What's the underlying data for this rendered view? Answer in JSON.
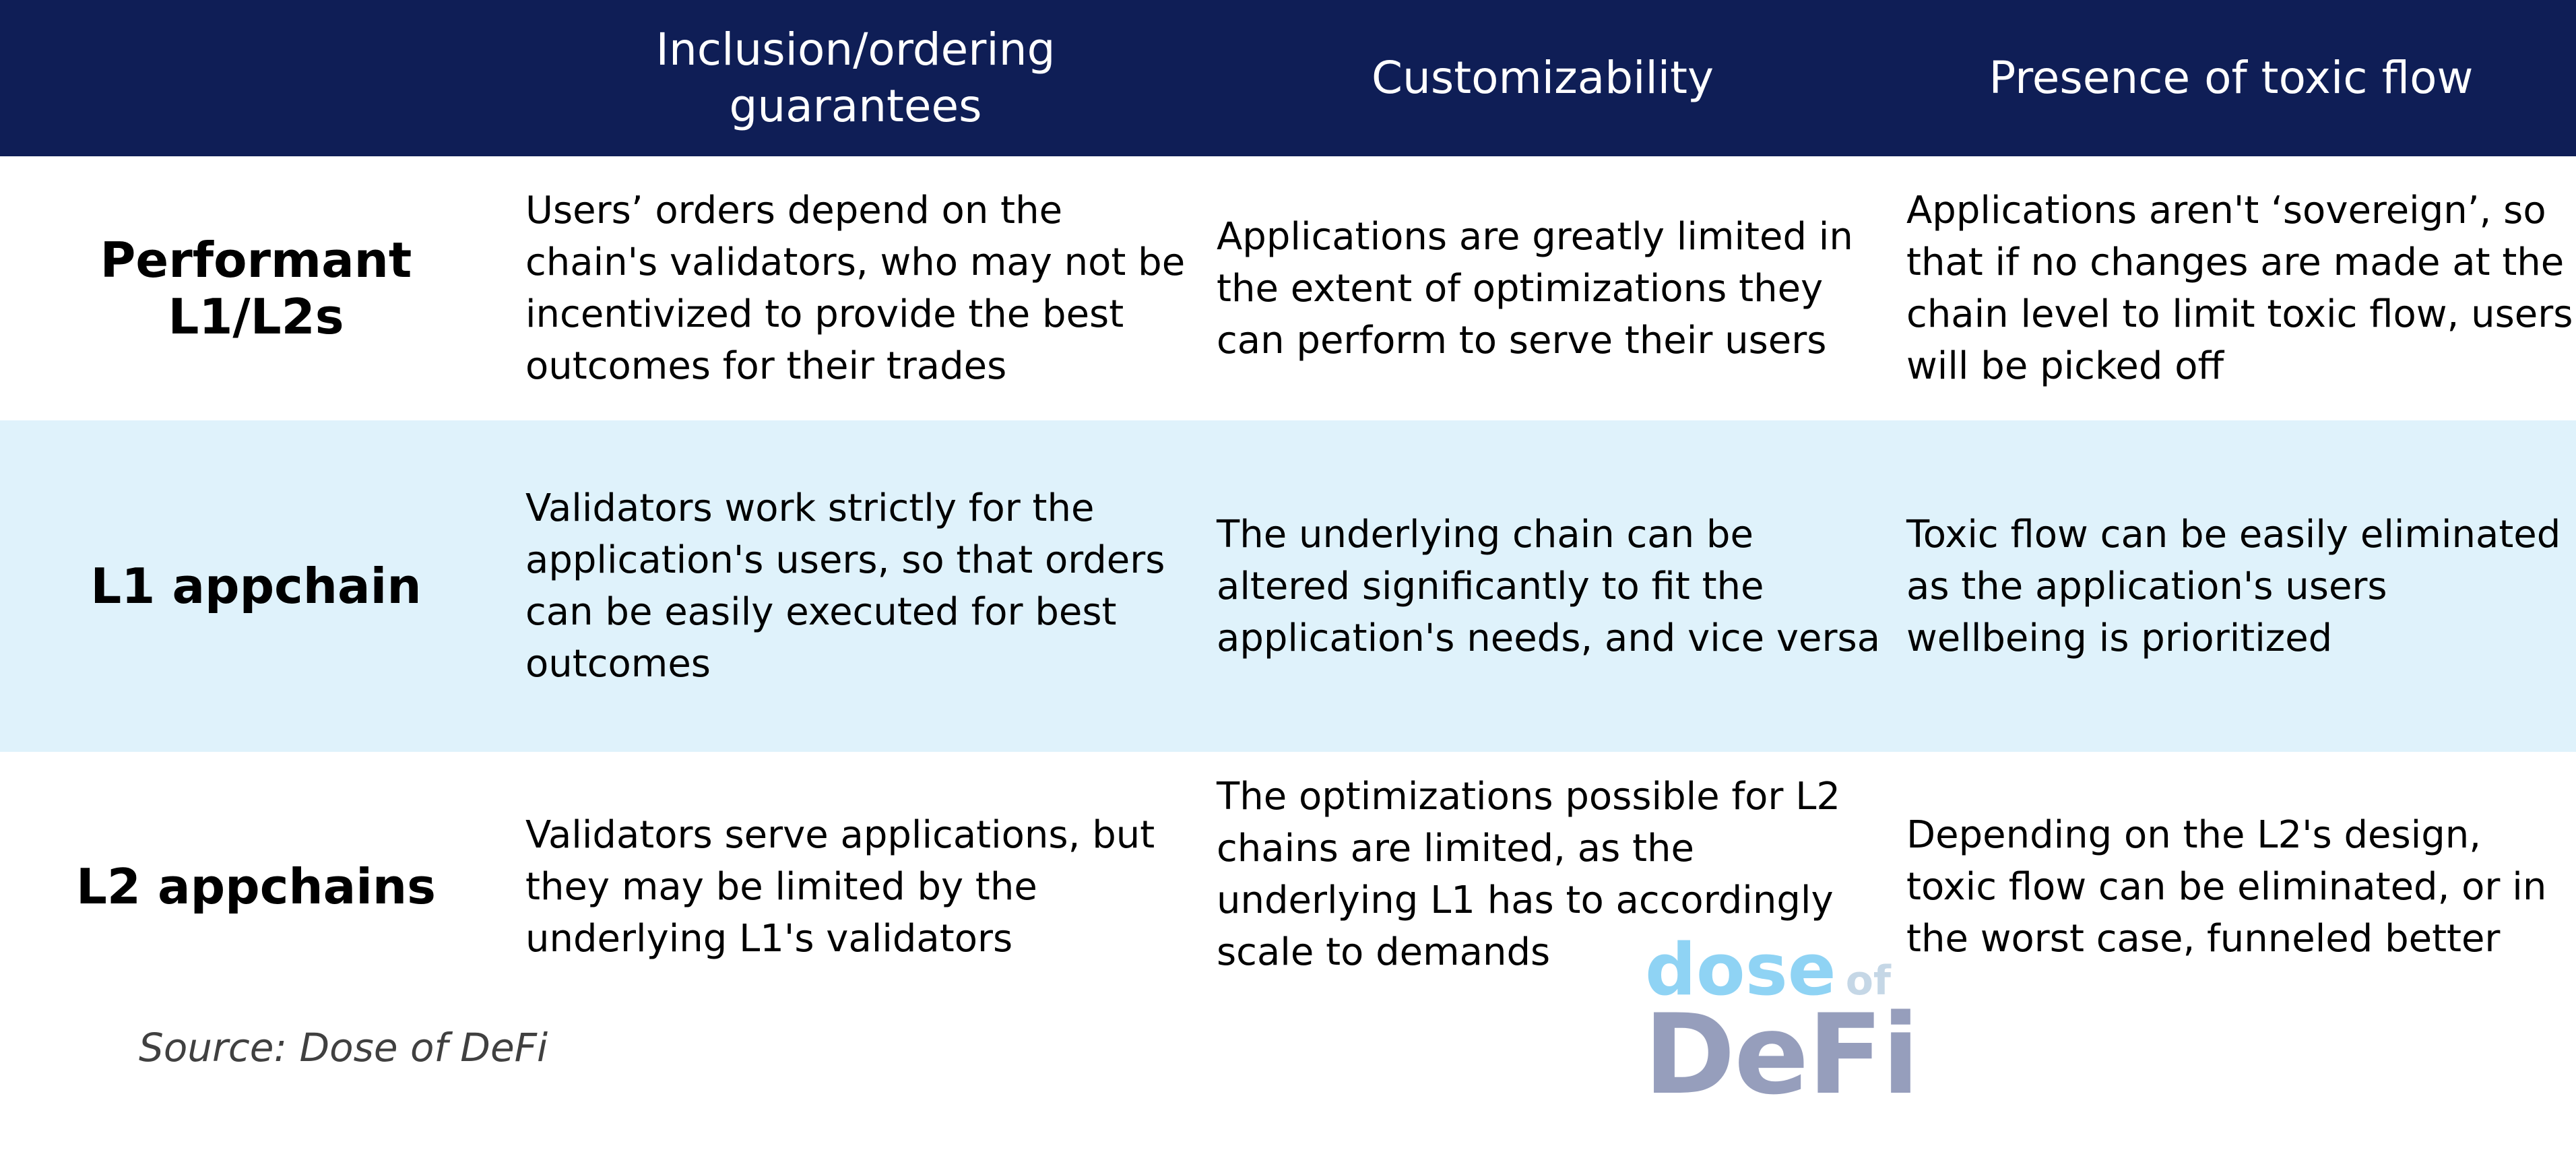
{
  "columns": {
    "inclusion_ordering": "Inclusion/ordering guarantees",
    "customizability": "Customizability",
    "toxic_flow": "Presence of toxic flow"
  },
  "rows": [
    {
      "label": "Performant L1/L2s",
      "inclusion_ordering": "Users’ orders depend on the chain's validators, who may not be incentivized to provide the best outcomes for their trades",
      "customizability": "Applications are greatly limited in the extent of optimizations they can perform to serve their users",
      "toxic_flow": "Applications aren't ‘sovereign’, so that if no changes are made at the chain level to limit toxic flow, users will be picked off"
    },
    {
      "label": "L1 appchain",
      "inclusion_ordering": "Validators work strictly for the application's users, so that orders can be easily executed for best outcomes",
      "customizability": "The underlying chain can be altered significantly to fit the application's needs, and vice versa",
      "toxic_flow": "Toxic flow can be easily eliminated as the application's users wellbeing is prioritized"
    },
    {
      "label": "L2 appchains",
      "inclusion_ordering": "Validators serve applications, but they may be limited by the underlying L1's validators",
      "customizability": "The optimizations possible for L2 chains are limited, as the underlying L1 has to accordingly scale to demands",
      "toxic_flow": "Depending on the L2's design, toxic flow can be eliminated, or in the worst case, funneled better"
    }
  ],
  "source": "Source: Dose of DeFi",
  "logo": {
    "dose": "dose",
    "of": "of",
    "defi": "DeFi"
  },
  "colors": {
    "header_bg": "#0f1e56",
    "highlight_row_bg": "#dff2fb",
    "logo_light_blue": "#8fd3f4",
    "logo_gray_blue": "#969ebc"
  }
}
